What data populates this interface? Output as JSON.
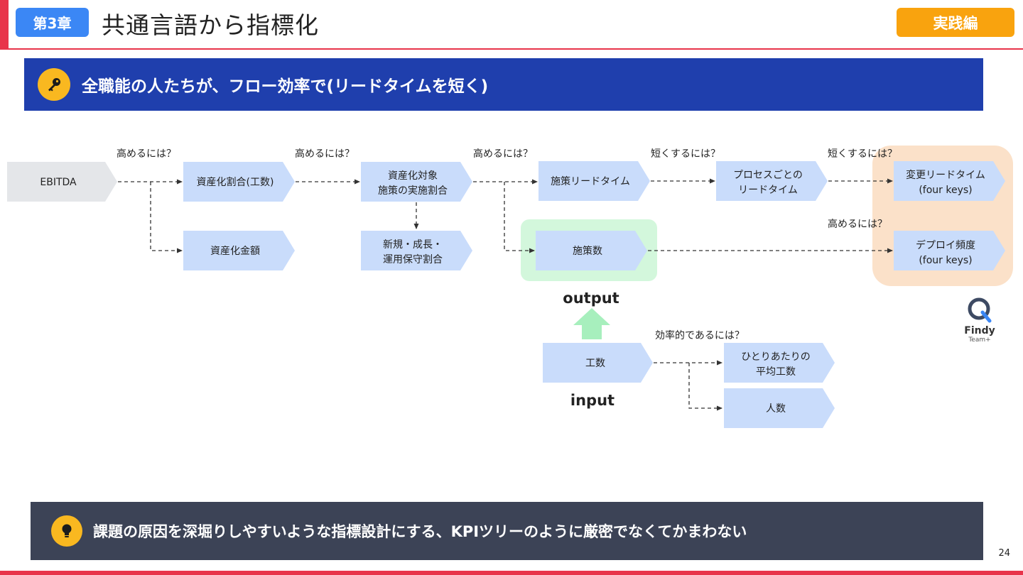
{
  "header": {
    "chapter": "第3章",
    "title": "共通言語から指標化",
    "badge": "実践編"
  },
  "banner": {
    "icon": "key-icon",
    "text": "全職能の人たちが、フロー効率で(リードタイムを短く)"
  },
  "footer": {
    "icon": "lightbulb-icon",
    "text": "課題の原因を深堀りしやすいような指標設計にする、KPIツリーのように厳密でなくてかまわない"
  },
  "page_number": "24",
  "logo": {
    "name": "Findy",
    "sub": "Team+"
  },
  "colors": {
    "chapter_bg": "#3b87f5",
    "badge_bg": "#f9a30e",
    "banner_bg": "#1f3fad",
    "footer_bg": "#3c4356",
    "node_blue": "#c9dcfb",
    "node_gray": "#e4e6e9",
    "highlight_green": "#d3f7dc",
    "highlight_orange": "#fbe1c9",
    "arrow_green": "#a7efbd",
    "accent_red": "#e8344a"
  },
  "diagram": {
    "nodes": [
      {
        "id": "ebitda",
        "lines": [
          "EBITDA"
        ],
        "style": "gray"
      },
      {
        "id": "cap-ratio",
        "lines": [
          "資産化割合(工数)"
        ],
        "style": "blue"
      },
      {
        "id": "cap-amount",
        "lines": [
          "資産化金額"
        ],
        "style": "blue"
      },
      {
        "id": "cap-target",
        "lines": [
          "資産化対象",
          "施策の実施割合"
        ],
        "style": "blue"
      },
      {
        "id": "new-growth",
        "lines": [
          "新規・成長・",
          "運用保守割合"
        ],
        "style": "blue"
      },
      {
        "id": "initiative-lt",
        "lines": [
          "施策リードタイム"
        ],
        "style": "blue"
      },
      {
        "id": "process-lt",
        "lines": [
          "プロセスごとの",
          "リードタイム"
        ],
        "style": "blue"
      },
      {
        "id": "change-lt",
        "lines": [
          "変更リードタイム",
          "(four keys)"
        ],
        "style": "blue"
      },
      {
        "id": "initiatives",
        "lines": [
          "施策数"
        ],
        "style": "blue"
      },
      {
        "id": "deploy-freq",
        "lines": [
          "デプロイ頻度",
          "(four keys)"
        ],
        "style": "blue"
      },
      {
        "id": "effort",
        "lines": [
          "工数"
        ],
        "style": "blue"
      },
      {
        "id": "per-person",
        "lines": [
          "ひとりあたりの",
          "平均工数"
        ],
        "style": "blue"
      },
      {
        "id": "headcount",
        "lines": [
          "人数"
        ],
        "style": "blue"
      }
    ],
    "edge_labels": [
      {
        "id": "q1",
        "text": "高めるには？"
      },
      {
        "id": "q2",
        "text": "高めるには？"
      },
      {
        "id": "q3",
        "text": "高めるには？"
      },
      {
        "id": "q4",
        "text": "短くするには？"
      },
      {
        "id": "q5",
        "text": "短くするには？"
      },
      {
        "id": "q6",
        "text": "高めるには？"
      },
      {
        "id": "q7",
        "text": "効率的であるには？"
      }
    ],
    "output_label": "output",
    "input_label": "input"
  }
}
